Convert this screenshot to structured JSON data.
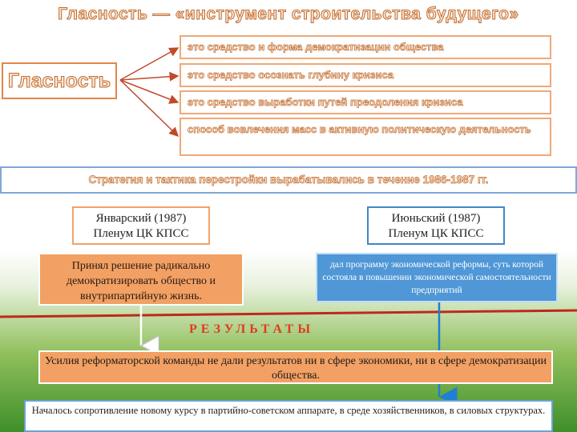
{
  "title": "Гласность — «инструмент строительства будущего»",
  "concept": "Гласность",
  "definitions": [
    "это средство и форма демократизации общества",
    "это средство осознать глубину кризиса",
    "это средство выработки путей преодоления кризиса",
    "способ вовлечения масс в активную политическую деятельность"
  ],
  "strategy": "Стратегия и тактика перестройки вырабатывались в течение 1986-1987 гг.",
  "plenums": {
    "january": {
      "line1": "Январский (1987)",
      "line2": "Пленум ЦК КПСС"
    },
    "june": {
      "line1": "Июньский (1987)",
      "line2": "Пленум ЦК КПСС"
    }
  },
  "decisions": {
    "january": "Принял решение радикально демократизировать общество и внутрипартийную жизнь.",
    "june": "дал программу экономической реформы, суть которой состояла в повышении экономической самостоятельности предприятий"
  },
  "results_label": "РЕЗУЛЬТАТЫ",
  "results": [
    "Усилия реформаторской команды не дали результатов ни в сфере экономики, ни в сфере демократизации общества.",
    "Началось сопротивление новому курсу в партийно-советском аппарате, в среде хозяйственников, в силовых структурах."
  ],
  "colors": {
    "accent_orange": "#c06a2f",
    "fill_orange": "#f2a064",
    "fill_blue": "#4f97d6",
    "results_red": "#e23a1a",
    "divider_red": "#c0281b"
  }
}
